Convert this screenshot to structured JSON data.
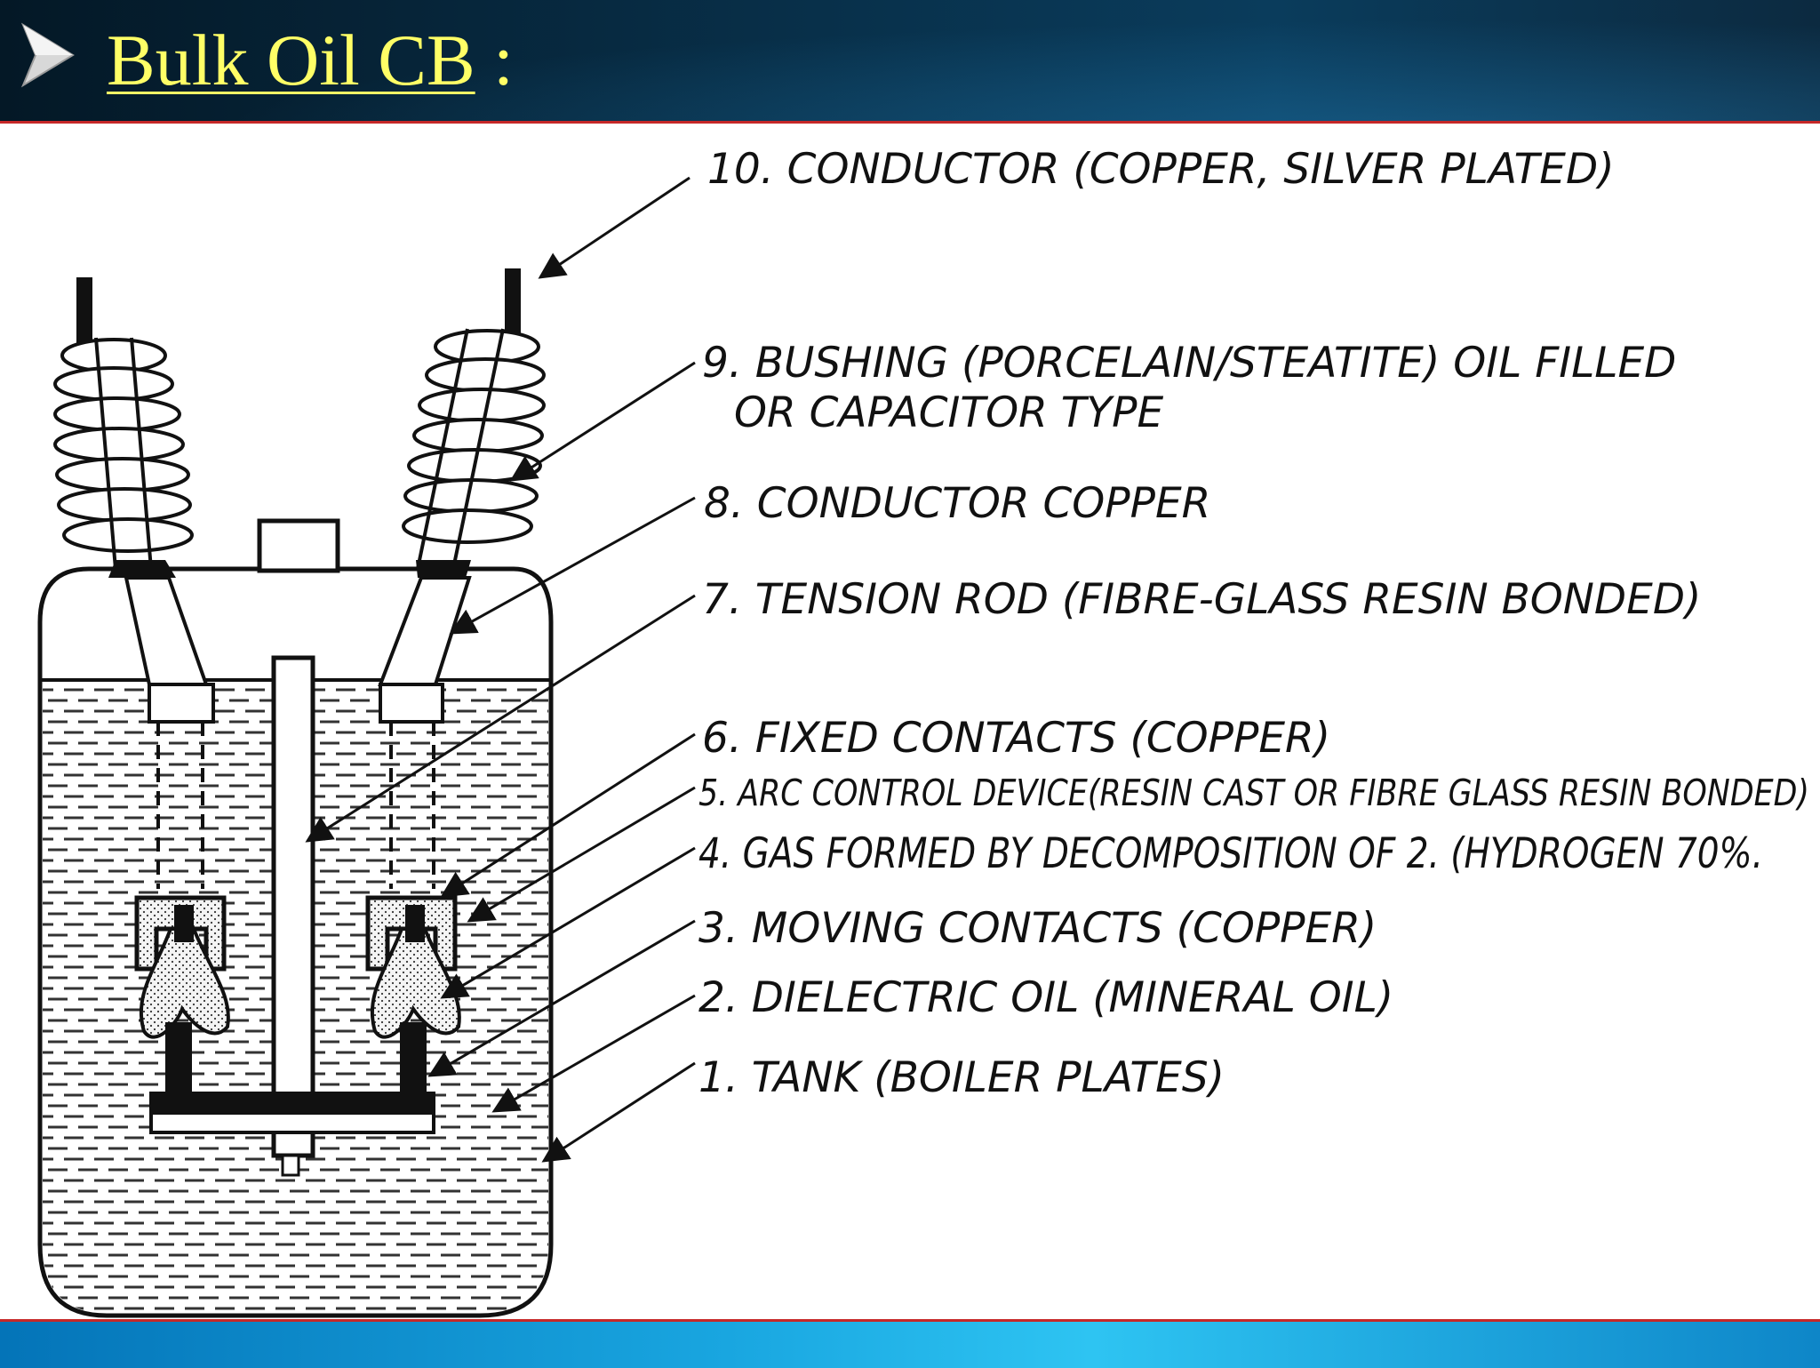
{
  "slide": {
    "title": "Bulk Oil CB",
    "title_suffix": " :",
    "bullet_icon": "arrowhead-bullet"
  },
  "diagram": {
    "labels": [
      {
        "id": "10",
        "text": "10. CONDUCTOR (COPPER, SILVER PLATED)"
      },
      {
        "id": "9a",
        "text": "9. BUSHING (PORCELAIN/STEATITE) OIL FILLED"
      },
      {
        "id": "9b",
        "text": "OR CAPACITOR TYPE"
      },
      {
        "id": "8",
        "text": "8. CONDUCTOR COPPER"
      },
      {
        "id": "7",
        "text": "7. TENSION ROD (FIBRE-GLASS RESIN BONDED)"
      },
      {
        "id": "6",
        "text": "6. FIXED CONTACTS (COPPER)"
      },
      {
        "id": "5",
        "text": "5. ARC CONTROL DEVICE(RESIN CAST OR FIBRE GLASS RESIN BONDED)"
      },
      {
        "id": "4",
        "text": "4. GAS FORMED BY DECOMPOSITION OF 2. (HYDROGEN 70%."
      },
      {
        "id": "3",
        "text": "3. MOVING CONTACTS (COPPER)"
      },
      {
        "id": "2",
        "text": "2. DIELECTRIC OIL (MINERAL OIL)"
      },
      {
        "id": "1",
        "text": "1. TANK (BOILER PLATES)"
      }
    ]
  },
  "colors": {
    "title": "#ffff66",
    "header": "#08304a",
    "footer": "#19a6e0",
    "accent_line": "#c62828"
  }
}
